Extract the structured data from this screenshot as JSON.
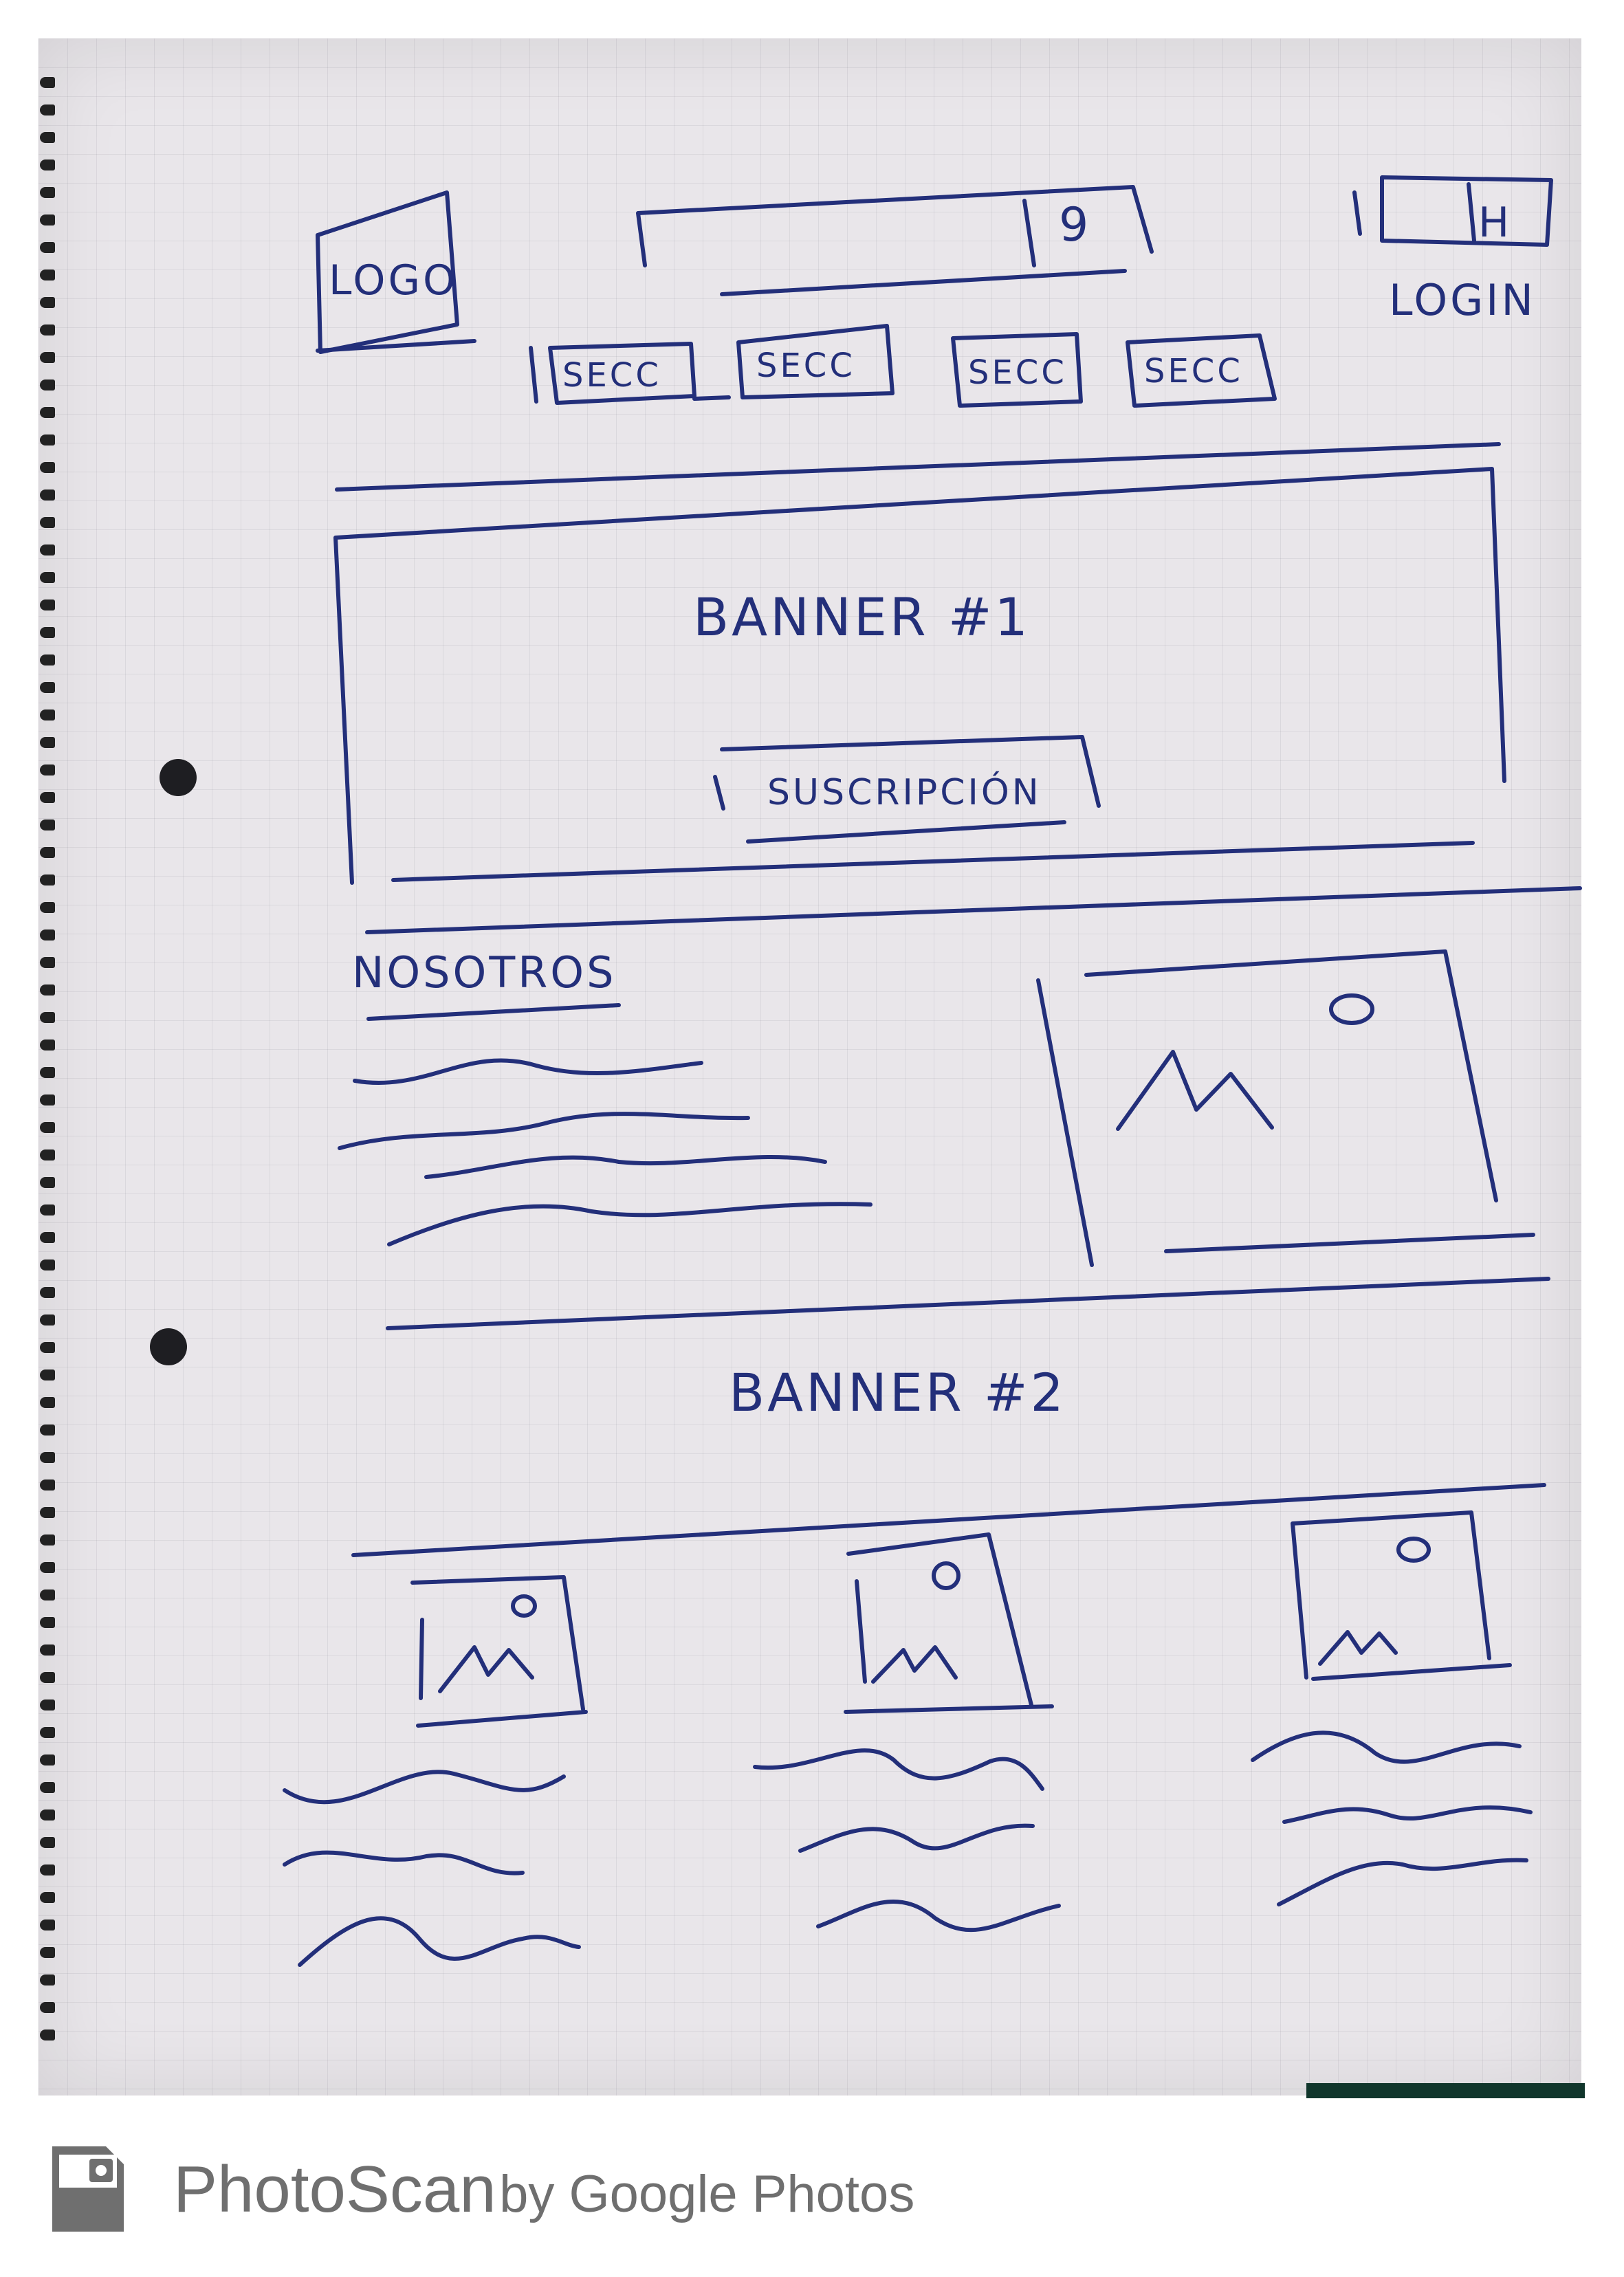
{
  "sketch": {
    "header": {
      "logo_label": "LOGO",
      "search_icon_glyph": "9",
      "cart_icon_glyph": "H",
      "login_label": "LOGIN",
      "sections": [
        "SECC",
        "SECC",
        "SECC",
        "SECC"
      ]
    },
    "banner1": {
      "title": "BANNER #1",
      "button_label": "SUSCRIPCIÓN"
    },
    "about": {
      "title": "NOSOTROS"
    },
    "banner2": {
      "title": "BANNER #2"
    }
  },
  "footer": {
    "brand": "PhotoScan",
    "suffix": "by Google Photos"
  },
  "colors": {
    "ink": "#232f7a",
    "paper": "#e9e6ea",
    "footer_text": "#6f6f6f"
  }
}
